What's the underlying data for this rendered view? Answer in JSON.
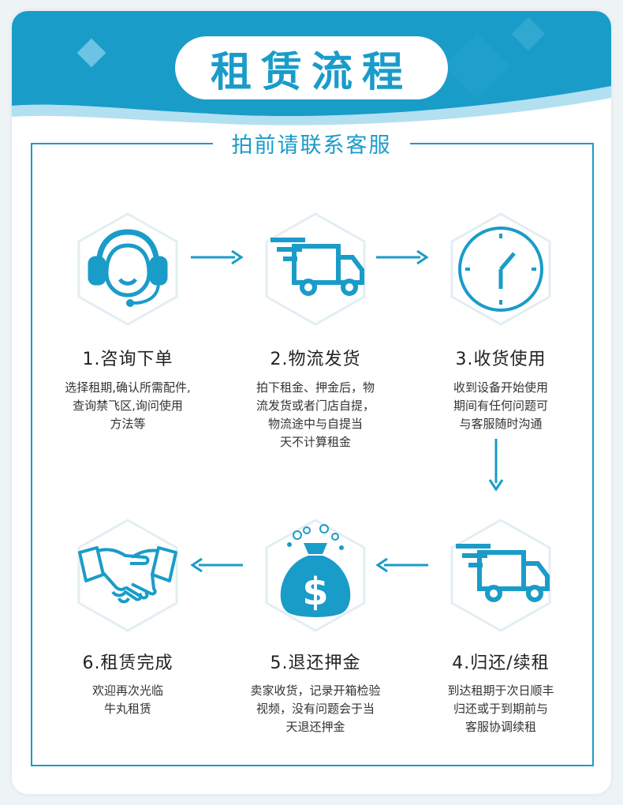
{
  "title": "租赁流程",
  "subtitle": "拍前请联系客服",
  "colors": {
    "primary": "#1a9cc9",
    "light": "#dff1f8"
  },
  "steps": [
    {
      "icon": "customer-service-icon",
      "title": "1.咨询下单",
      "desc": [
        "选择租期,确认所需配件,",
        "查询禁飞区,询问使用",
        "方法等"
      ]
    },
    {
      "icon": "delivery-truck-icon",
      "title": "2.物流发货",
      "desc": [
        "拍下租金、押金后，物",
        "流发货或者门店自提，",
        "物流途中与自提当",
        "天不计算租金"
      ]
    },
    {
      "icon": "clock-icon",
      "title": "3.收货使用",
      "desc": [
        "收到设备开始使用",
        "期间有任何问题可",
        "与客服随时沟通"
      ]
    },
    {
      "icon": "return-truck-icon",
      "title": "4.归还/续租",
      "desc": [
        "到达租期于次日顺丰",
        "归还或于到期前与",
        "客服协调续租"
      ]
    },
    {
      "icon": "money-bag-icon",
      "title": "5.退还押金",
      "desc": [
        "卖家收货，记录开箱检验",
        "视频，没有问题会于当",
        "天退还押金"
      ]
    },
    {
      "icon": "handshake-icon",
      "title": "6.租赁完成",
      "desc": [
        "欢迎再次光临",
        "牛丸租赁"
      ]
    }
  ]
}
